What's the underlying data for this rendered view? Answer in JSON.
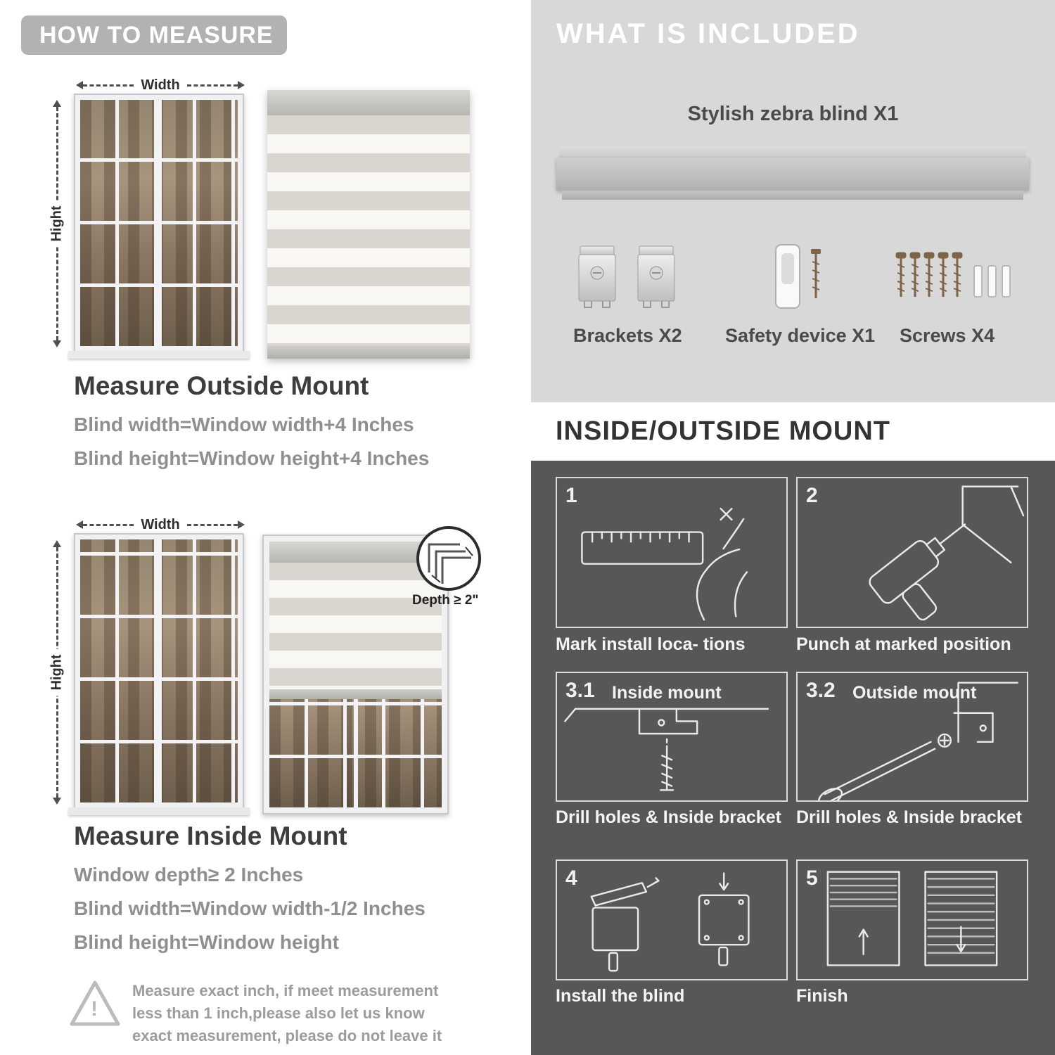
{
  "colors": {
    "badge_bg": "#b2b2b2",
    "included_bg": "#d8d8d8",
    "mount_bg": "#575757",
    "heading_text": "#3d3d3d",
    "muted_text": "#8f8f8f"
  },
  "measure": {
    "header": "HOW TO MEASURE",
    "outside": {
      "width_label": "Width",
      "height_label": "Hight",
      "heading": "Measure Outside Mount",
      "formulas": [
        "Blind width=Window width+4 Inches",
        "Blind height=Window height+4 Inches"
      ]
    },
    "inside": {
      "width_label": "Width",
      "height_label": "Hight",
      "depth_callout": "Depth ≥ 2\"",
      "heading": "Measure Inside Mount",
      "formulas": [
        "Window depth≥ 2 Inches",
        "Blind width=Window width-1/2 Inches",
        "Blind height=Window height"
      ]
    },
    "warning": {
      "mark": "!",
      "text": "Measure exact inch, if meet measurement less than 1 inch,please also let us know exact measurement, please do not leave it"
    }
  },
  "included": {
    "header": "WHAT IS INCLUDED",
    "blind_label": "Stylish zebra blind X1",
    "items": [
      {
        "label": "Brackets X2",
        "icon": "brackets-icon"
      },
      {
        "label": "Safety device X1",
        "icon": "safety-device-icon"
      },
      {
        "label": "Screws X4",
        "icon": "screws-icon"
      }
    ]
  },
  "mount": {
    "header": "INSIDE/OUTSIDE MOUNT",
    "steps": [
      {
        "num": "1",
        "caption": "Mark install loca- tions"
      },
      {
        "num": "2",
        "caption": "Punch at marked position"
      },
      {
        "num": "3.1",
        "title": "Inside mount",
        "caption": "Drill holes & Inside bracket"
      },
      {
        "num": "3.2",
        "title": "Outside mount",
        "caption": "Drill holes & Inside bracket"
      },
      {
        "num": "4",
        "caption": "Install the blind"
      },
      {
        "num": "5",
        "caption": "Finish"
      }
    ]
  }
}
